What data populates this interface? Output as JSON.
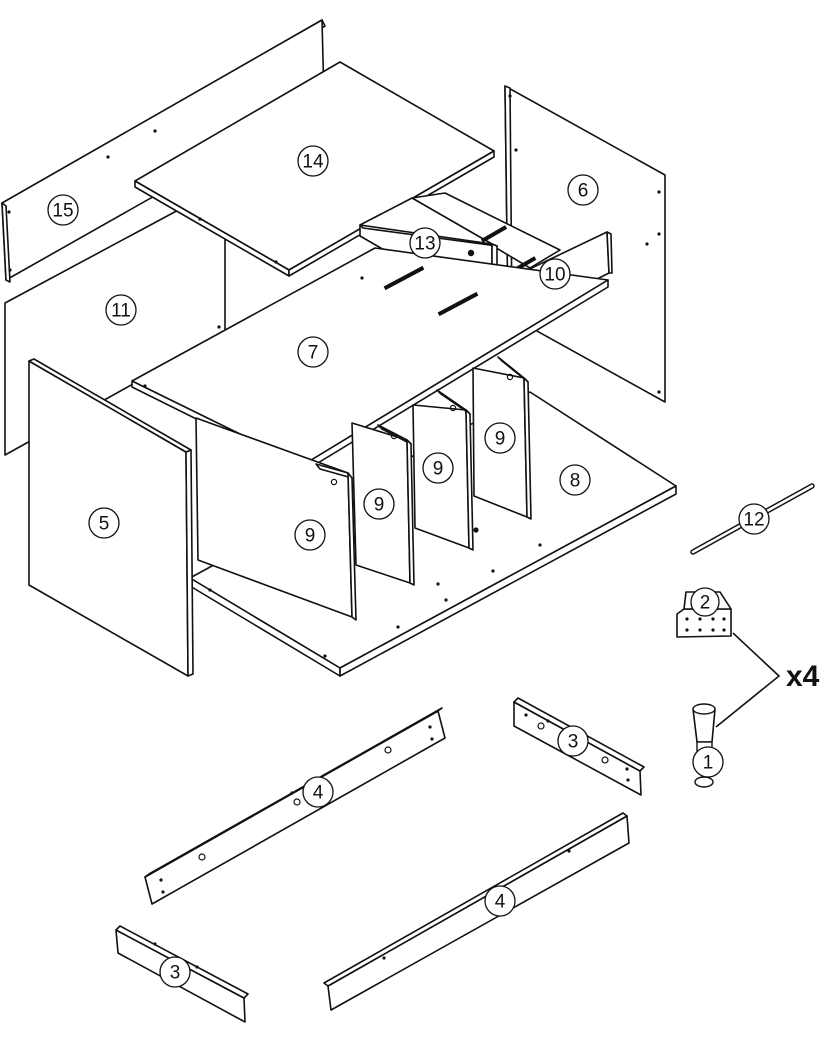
{
  "diagram": {
    "parts": [
      {
        "id": "back-panel",
        "label": "15"
      },
      {
        "id": "top-panel",
        "label": "14"
      },
      {
        "id": "drawer-front",
        "label": "13"
      },
      {
        "id": "right-side-panel",
        "label": "6"
      },
      {
        "id": "drawer-rail",
        "label": "10"
      },
      {
        "id": "back-board",
        "label": "11"
      },
      {
        "id": "middle-shelf",
        "label": "7"
      },
      {
        "id": "left-side-panel",
        "label": "5"
      },
      {
        "id": "divider-1",
        "label": "9"
      },
      {
        "id": "divider-2",
        "label": "9"
      },
      {
        "id": "divider-3",
        "label": "9"
      },
      {
        "id": "divider-4",
        "label": "9"
      },
      {
        "id": "bottom-panel",
        "label": "8"
      },
      {
        "id": "rod",
        "label": "12"
      },
      {
        "id": "bracket",
        "label": "2"
      },
      {
        "id": "leg",
        "label": "1"
      },
      {
        "id": "short-rail-right",
        "label": "3"
      },
      {
        "id": "long-rail-upper",
        "label": "4"
      },
      {
        "id": "long-rail-lower",
        "label": "4"
      },
      {
        "id": "short-rail-left",
        "label": "3"
      }
    ],
    "quantity_label": "x4"
  }
}
